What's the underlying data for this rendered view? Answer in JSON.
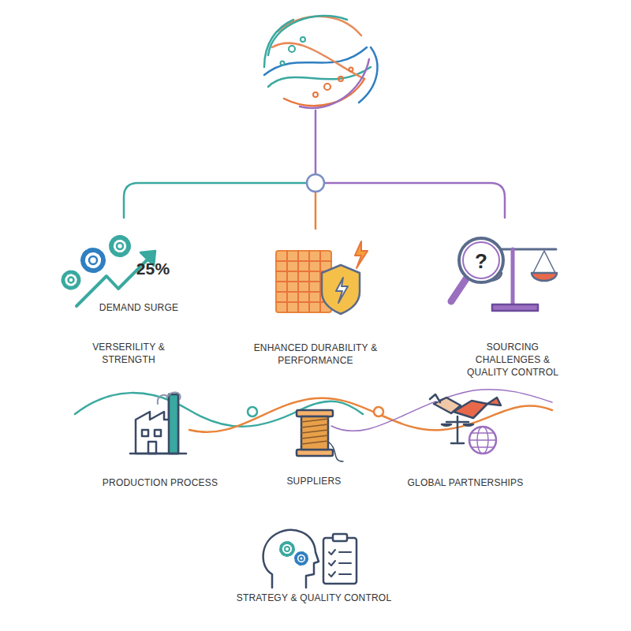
{
  "diagram": {
    "labels": [
      "25%",
      "DEMAND SURGE",
      "VERSERILITY & STRENGTH",
      "ENHANCED DURABILITY & PERFORMANCE",
      "?",
      "SOURCING CHALLENGES & QUALITY CONTROL",
      "PRODUCTION PROCESS",
      "SUPPLIERS",
      "GLOBAL PARTNERSHIPS",
      "STRATEGY & QUALITY CONTROL"
    ]
  }
}
